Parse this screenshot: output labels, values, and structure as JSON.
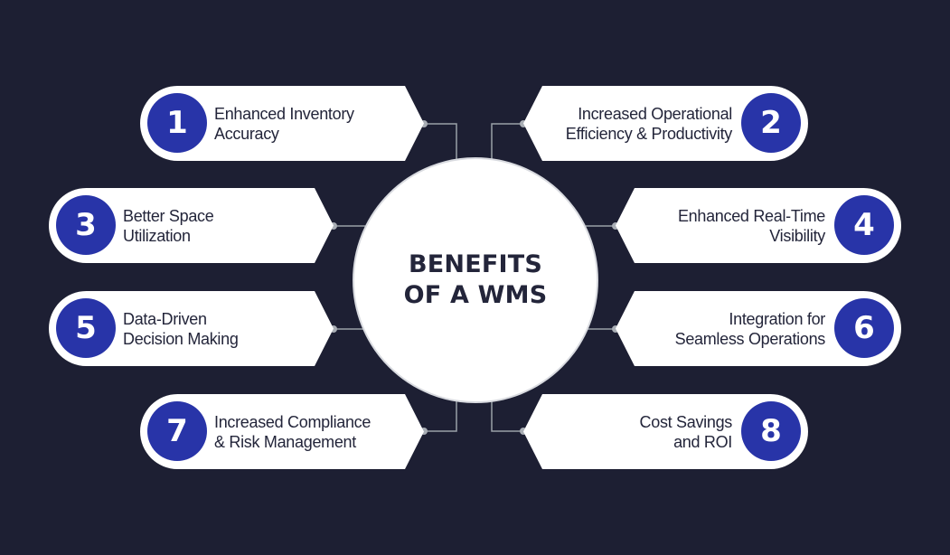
{
  "diagram": {
    "title_lines": [
      "BENEFITS",
      "OF A WMS"
    ],
    "colors": {
      "background": "#1d1f33",
      "card": "#ffffff",
      "number_badge": "#2834a8",
      "text": "#23253a",
      "connector": "#9aa0a8"
    },
    "benefits": [
      {
        "number": "1",
        "lines": [
          "Enhanced Inventory",
          "Accuracy"
        ]
      },
      {
        "number": "2",
        "lines": [
          "Increased Operational",
          "Efficiency & Productivity"
        ]
      },
      {
        "number": "3",
        "lines": [
          "Better Space",
          "Utilization"
        ]
      },
      {
        "number": "4",
        "lines": [
          "Enhanced Real-Time",
          "Visibility"
        ]
      },
      {
        "number": "5",
        "lines": [
          "Data-Driven",
          "Decision Making"
        ]
      },
      {
        "number": "6",
        "lines": [
          "Integration for",
          "Seamless Operations"
        ]
      },
      {
        "number": "7",
        "lines": [
          "Increased Compliance",
          "& Risk Management"
        ]
      },
      {
        "number": "8",
        "lines": [
          "Cost Savings",
          "and ROI"
        ]
      }
    ]
  }
}
